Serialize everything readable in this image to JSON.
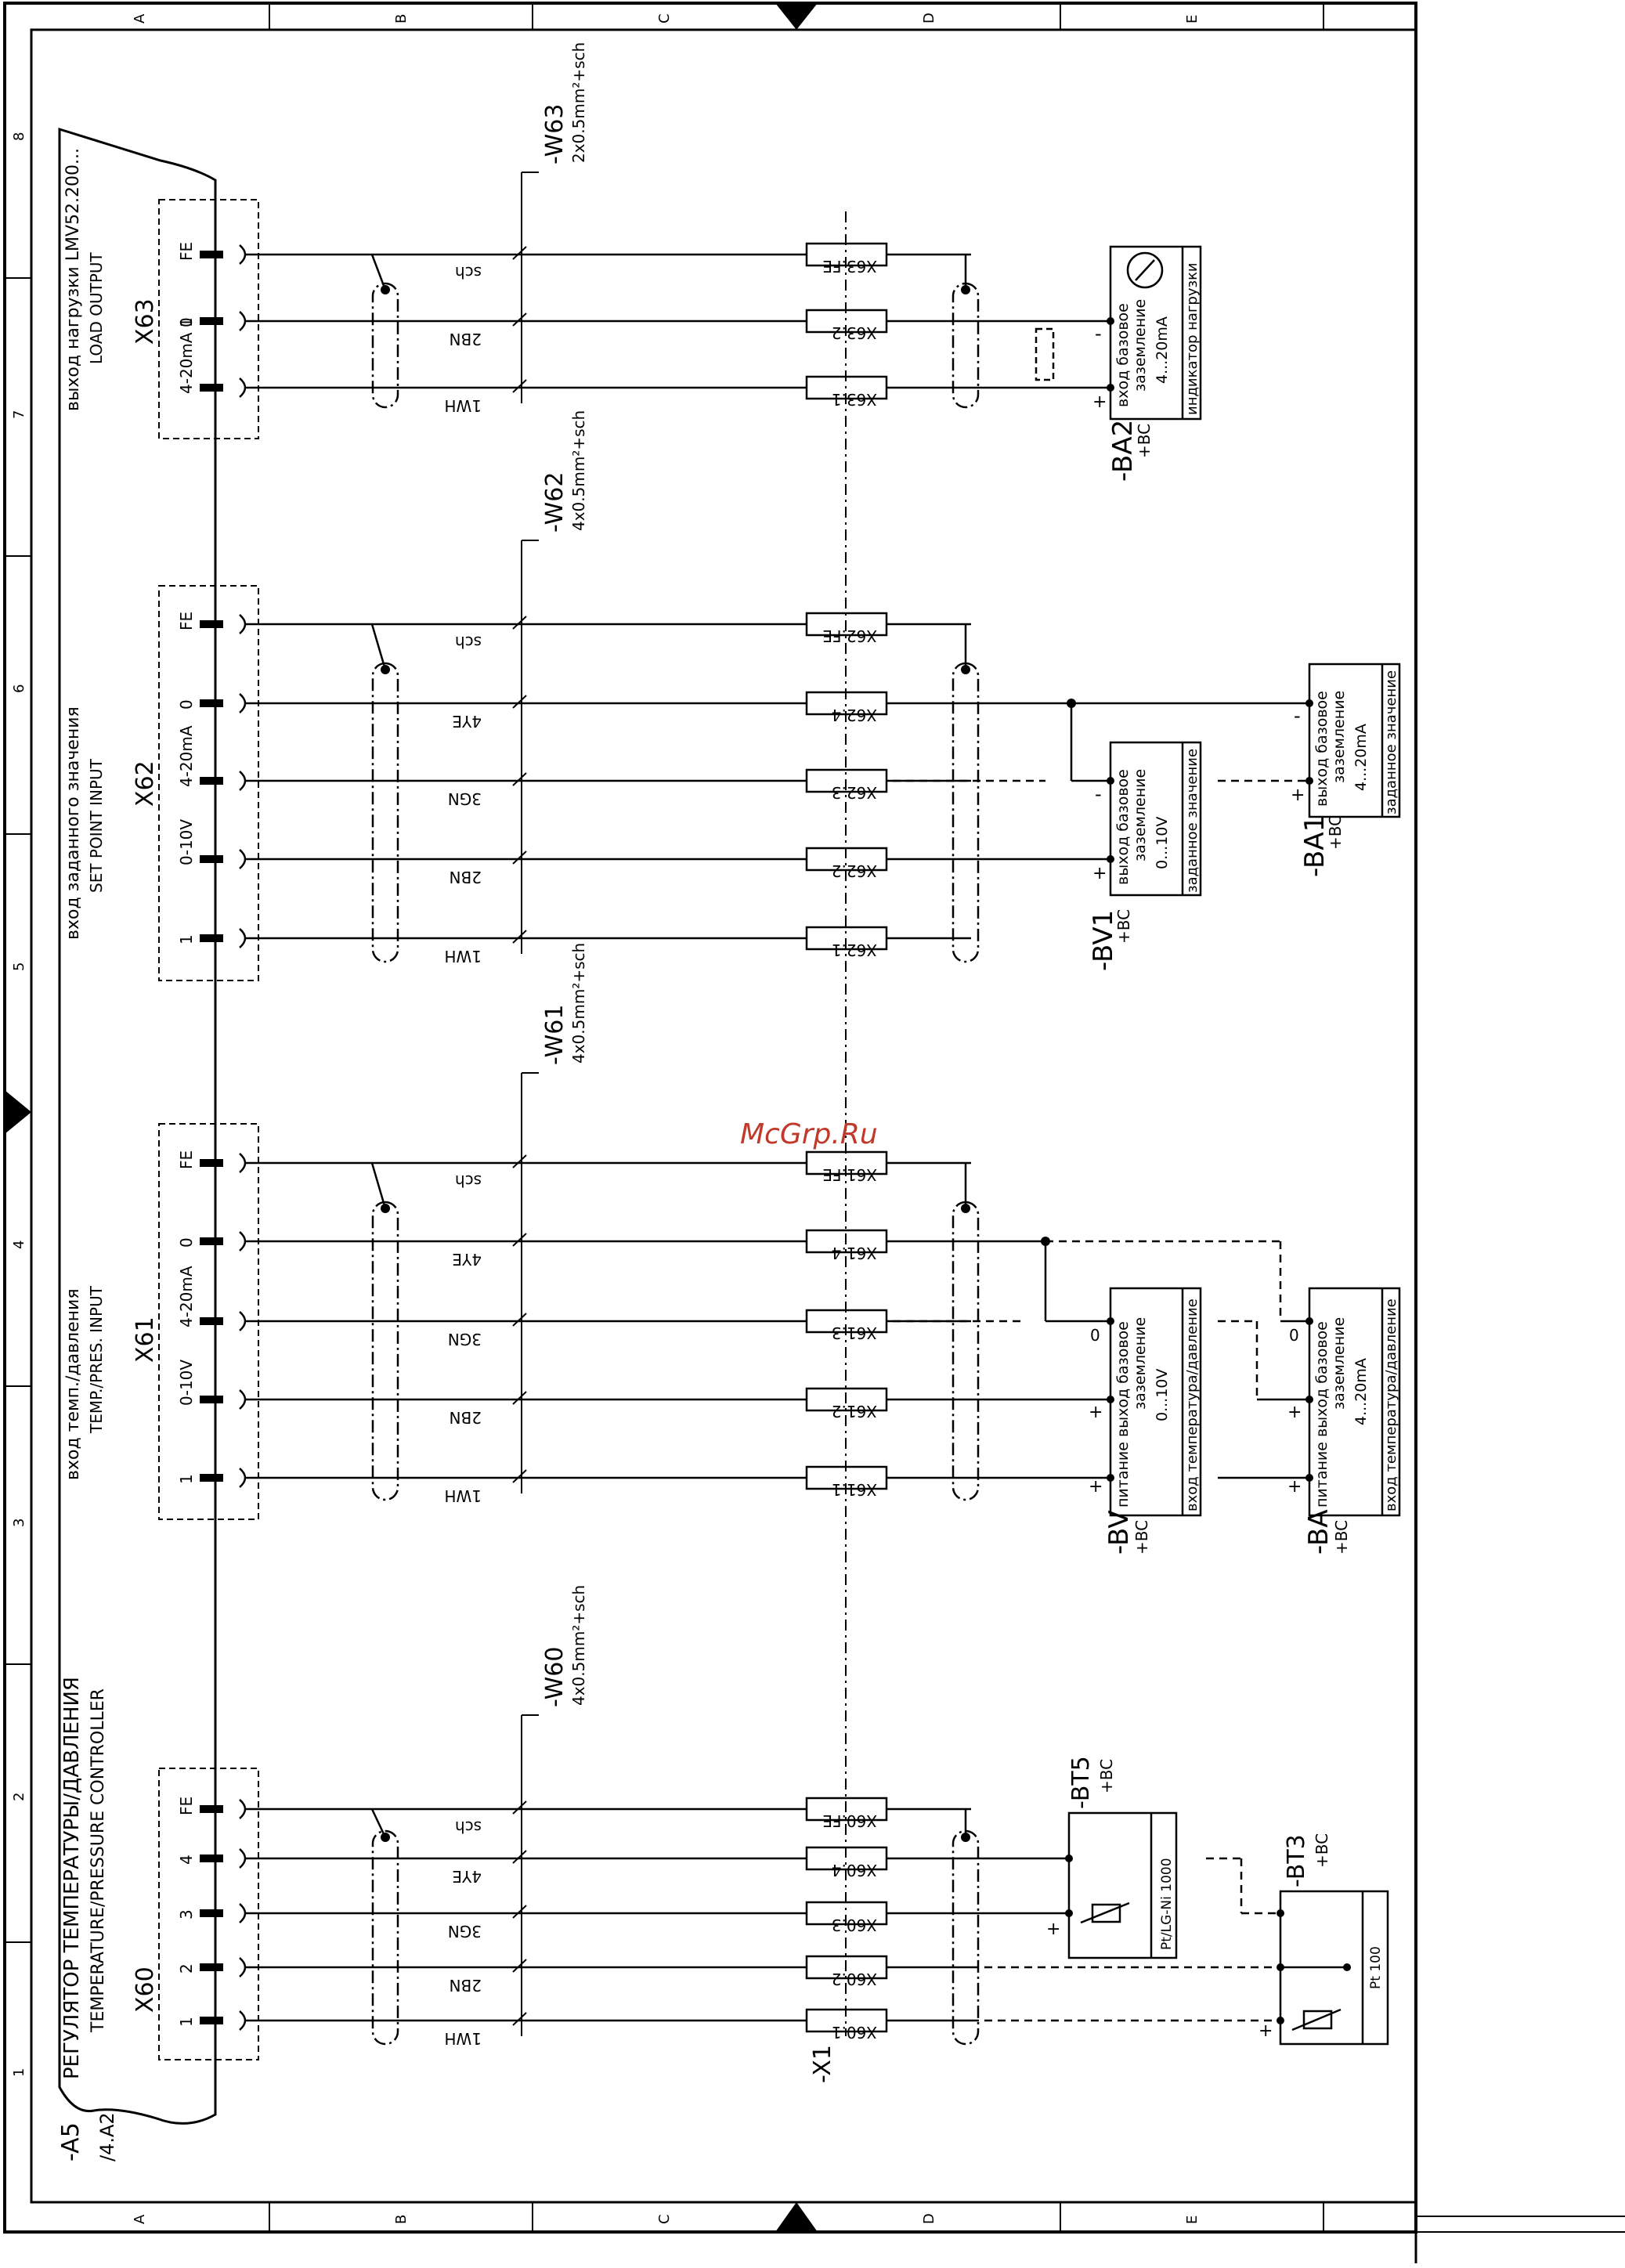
{
  "frame": {
    "columns": [
      "A",
      "B",
      "C",
      "D",
      "E"
    ],
    "rows": [
      "1",
      "2",
      "3",
      "4",
      "5",
      "6",
      "7",
      "8"
    ]
  },
  "module": {
    "tag": "-A5",
    "ref": "/4.A2",
    "title_ru": "РЕГУЛЯТОР ТЕМПЕРАТУРЫ/ДАВЛЕНИЯ",
    "title_en": "TEMPERATURE/PRESSURE CONTROLLER"
  },
  "terminal_strip": "-X1",
  "watermark": "McGrp.Ru",
  "connectors": [
    {
      "name": "X60",
      "title_ru": "",
      "title_en": "",
      "cable": "-W60",
      "cable_spec": "4x0.5mm²+sch",
      "pins": [
        {
          "pin": "1",
          "func": "",
          "wire": "1WH",
          "terminal": "X60.1"
        },
        {
          "pin": "2",
          "func": "",
          "wire": "2BN",
          "terminal": "X60.2"
        },
        {
          "pin": "3",
          "func": "",
          "wire": "3GN",
          "terminal": "X60.3"
        },
        {
          "pin": "4",
          "func": "",
          "wire": "4YE",
          "terminal": "X60.4"
        },
        {
          "pin": "FE",
          "func": "",
          "wire": "sch",
          "terminal": "X60.FE"
        }
      ]
    },
    {
      "name": "X61",
      "title_ru": "вход темп./давления",
      "title_en": "TEMP./PRES. INPUT",
      "cable": "-W61",
      "cable_spec": "4x0.5mm²+sch",
      "pins": [
        {
          "pin": "1",
          "func": "",
          "wire": "1WH",
          "terminal": "X61.1"
        },
        {
          "pin": "0-10V",
          "func": "",
          "wire": "2BN",
          "terminal": "X61.2"
        },
        {
          "pin": "4-20mA",
          "func": "",
          "wire": "3GN",
          "terminal": "X61.3"
        },
        {
          "pin": "0",
          "func": "",
          "wire": "4YE",
          "terminal": "X61.4"
        },
        {
          "pin": "FE",
          "func": "",
          "wire": "sch",
          "terminal": "X61.FE"
        }
      ]
    },
    {
      "name": "X62",
      "title_ru": "вход заданного значения",
      "title_en": "SET POINT INPUT",
      "cable": "-W62",
      "cable_spec": "4x0.5mm²+sch",
      "pins": [
        {
          "pin": "1",
          "func": "",
          "wire": "1WH",
          "terminal": "X62.1"
        },
        {
          "pin": "0-10V",
          "func": "",
          "wire": "2BN",
          "terminal": "X62.2"
        },
        {
          "pin": "4-20mA",
          "func": "",
          "wire": "3GN",
          "terminal": "X62.3"
        },
        {
          "pin": "0",
          "func": "",
          "wire": "4YE",
          "terminal": "X62.4"
        },
        {
          "pin": "FE",
          "func": "",
          "wire": "sch",
          "terminal": "X62.FE"
        }
      ]
    },
    {
      "name": "X63",
      "title_ru": "выход нагрузки  LMV52.200...",
      "title_en": "LOAD OUTPUT",
      "cable": "-W63",
      "cable_spec": "2x0.5mm²+sch",
      "pins": [
        {
          "pin": "4-20mA 1",
          "func": "",
          "wire": "1WH",
          "terminal": "X63.1"
        },
        {
          "pin": "0",
          "func": "",
          "wire": "2BN",
          "terminal": "X63.2"
        },
        {
          "pin": "FE",
          "func": "",
          "wire": "sch",
          "terminal": "X63.FE"
        }
      ]
    }
  ],
  "devices": {
    "BT5": {
      "tag": "-BT5",
      "loc": "+BC",
      "label": "Pt/LG-Ni 1000",
      "plus": "+"
    },
    "BT3": {
      "tag": "-BT3",
      "loc": "+BC",
      "label": "Pt 100",
      "plus": "+"
    },
    "BV": {
      "tag": "-BV",
      "loc": "+BC",
      "lines": [
        "питание  выход  базовое",
        "заземление",
        "0...10V",
        "вход температура/давление"
      ],
      "signs": [
        "+",
        "+",
        "0"
      ]
    },
    "BA": {
      "tag": "-BA",
      "loc": "+BC",
      "lines": [
        "питание  выход  базовое",
        "заземление",
        "4...20mA",
        "вход температура/давление"
      ],
      "signs": [
        "+",
        "+",
        "0"
      ]
    },
    "BV1": {
      "tag": "-BV1",
      "loc": "+BC",
      "lines": [
        "выход  базовое",
        "заземление",
        "0...10V",
        "заданное значение"
      ],
      "signs": [
        "+",
        "-"
      ]
    },
    "BA1": {
      "tag": "-BA1",
      "loc": "+BC",
      "lines": [
        "выход  базовое",
        "заземление",
        "4...20mA",
        "заданное значение"
      ],
      "signs": [
        "+",
        "-"
      ]
    },
    "BA2": {
      "tag": "-BA2",
      "loc": "+BC",
      "lines": [
        "вход  базовое",
        "заземление",
        "4...20mA",
        "индикатор нагрузки"
      ],
      "signs": [
        "+",
        "-"
      ]
    }
  }
}
